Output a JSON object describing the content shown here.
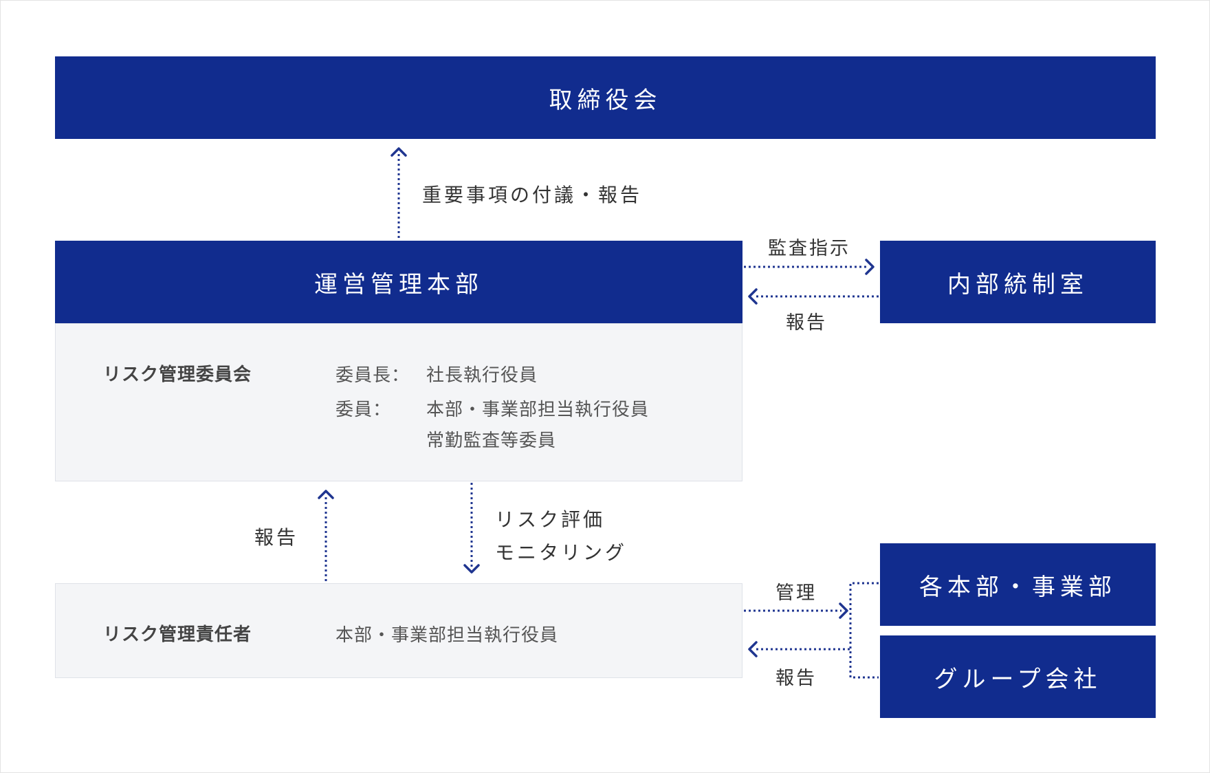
{
  "boxes": {
    "board": "取締役会",
    "operations_hq": "運営管理本部",
    "internal_control": "内部統制室",
    "divisions": "各本部・事業部",
    "group_companies": "グループ会社"
  },
  "committee": {
    "name": "リスク管理委員会",
    "chair_label": "委員長：",
    "chair_value": "社長執行役員",
    "members_label": "委員：",
    "members_value_1": "本部・事業部担当執行役員",
    "members_value_2": "常勤監査等委員"
  },
  "officer": {
    "name": "リスク管理責任者",
    "value": "本部・事業部担当執行役員"
  },
  "arrows": {
    "to_board": "重要事項の付議・報告",
    "audit_instruction": "監査指示",
    "report_from_internal": "報告",
    "report_up": "報告",
    "risk_eval_1": "リスク評価",
    "risk_eval_2": "モニタリング",
    "manage": "管理",
    "report_from_divisions": "報告"
  },
  "colors": {
    "navy": "#112c8e",
    "panel": "#f4f5f7",
    "arrow": "#1f3590"
  }
}
